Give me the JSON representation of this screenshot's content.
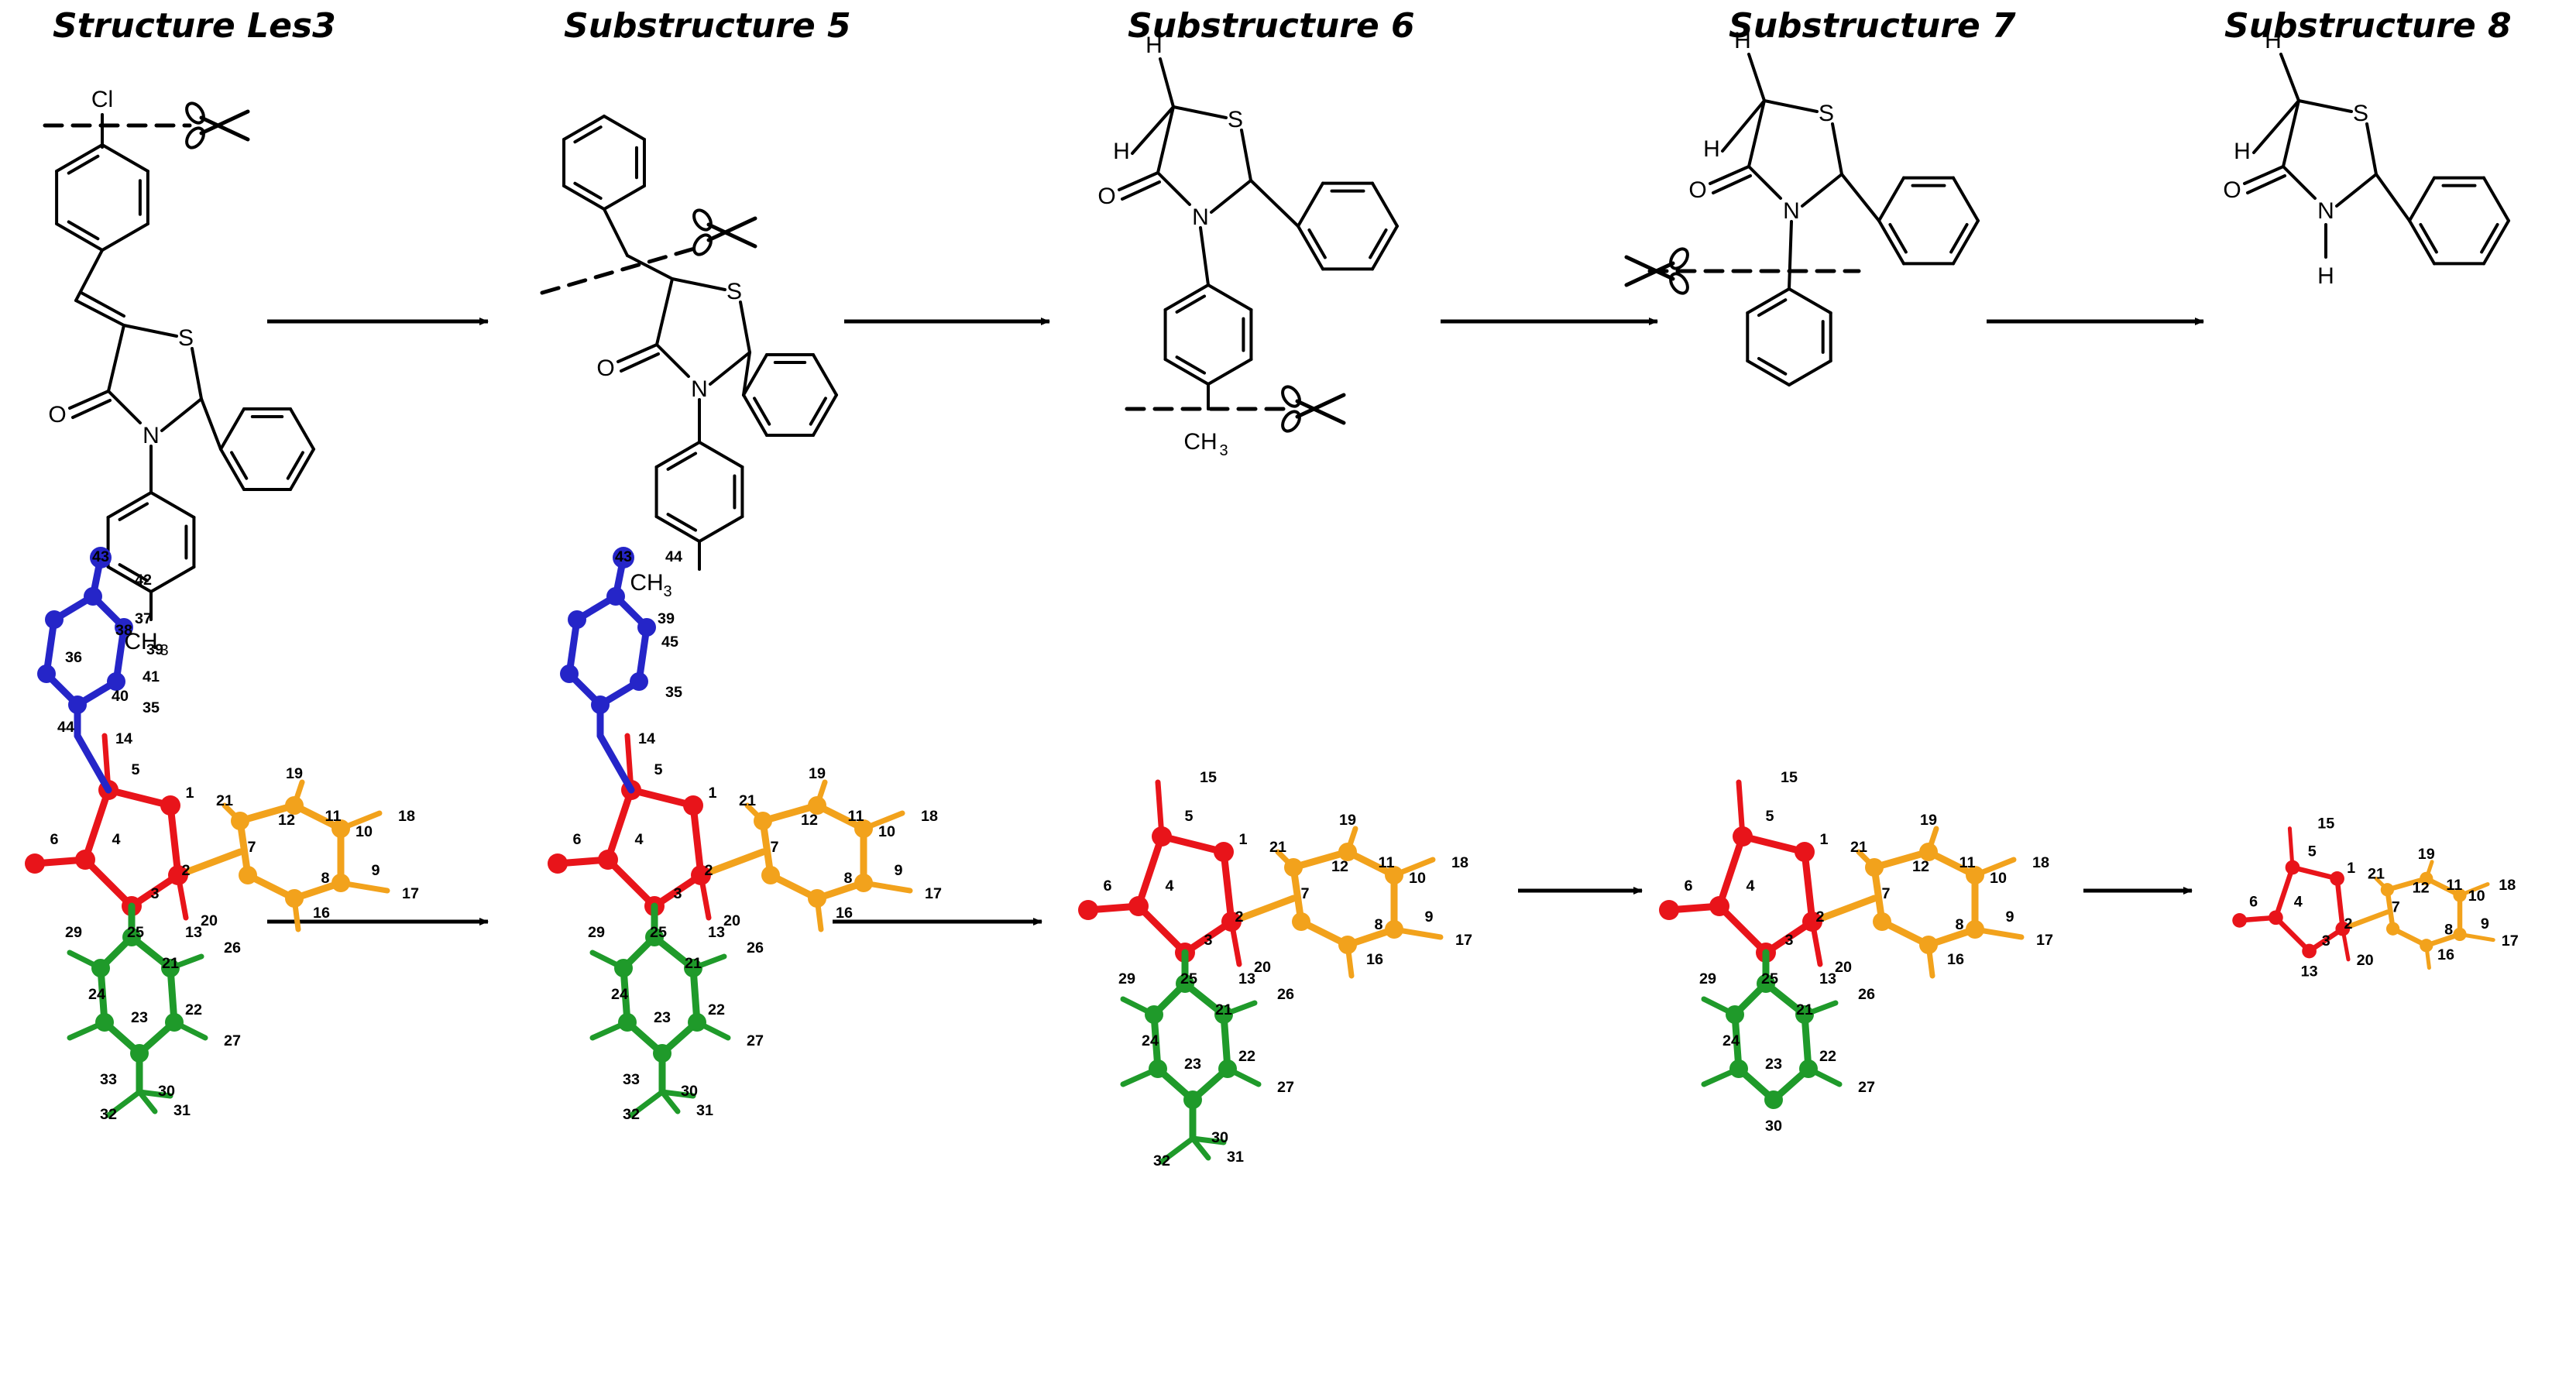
{
  "titles": {
    "les3": "Structure Les3",
    "sub5": "Substructure 5",
    "sub6": "Substructure 6",
    "sub7": "Substructure 7",
    "sub8": "Substructure 8"
  },
  "atom_labels": {
    "cl": "Cl",
    "s": "S",
    "n": "N",
    "o": "O",
    "h": "H",
    "ch3": "CH",
    "sub3": "3"
  },
  "colors": {
    "ring_red": "#e8141a",
    "phenyl_orange": "#f2a21c",
    "tolyl_green": "#1f9a2a",
    "chlorophenyl_blue": "#2525c8",
    "ink": "#000000"
  },
  "icons": [
    "scissors-icon",
    "arrow-right-icon",
    "ball-and-stick-model"
  ],
  "models": {
    "les3_numbers": [
      "43",
      "42",
      "37",
      "38",
      "39",
      "36",
      "41",
      "40",
      "35",
      "44",
      "14",
      "5",
      "1",
      "6",
      "4",
      "21",
      "19",
      "12",
      "11",
      "10",
      "18",
      "7",
      "9",
      "17",
      "8",
      "16",
      "2",
      "3",
      "20",
      "29",
      "25",
      "13",
      "26",
      "21",
      "24",
      "22",
      "23",
      "27",
      "33",
      "30",
      "32",
      "31"
    ],
    "sub5_numbers": [
      "43",
      "44",
      "39",
      "45",
      "35",
      "14",
      "5",
      "1",
      "6",
      "4",
      "21",
      "19",
      "12",
      "11",
      "10",
      "18",
      "7",
      "9",
      "17",
      "8",
      "16",
      "2",
      "3",
      "20",
      "29",
      "25",
      "13",
      "26",
      "21",
      "24",
      "22",
      "23",
      "27",
      "33",
      "30",
      "32",
      "31"
    ],
    "sub6_numbers": [
      "15",
      "5",
      "1",
      "6",
      "4",
      "21",
      "19",
      "12",
      "11",
      "10",
      "18",
      "7",
      "9",
      "17",
      "8",
      "16",
      "2",
      "3",
      "20",
      "29",
      "25",
      "13",
      "26",
      "21",
      "24",
      "22",
      "23",
      "27",
      "30",
      "31",
      "32"
    ],
    "sub7_numbers": [
      "15",
      "5",
      "1",
      "6",
      "4",
      "21",
      "19",
      "12",
      "11",
      "10",
      "18",
      "7",
      "9",
      "17",
      "8",
      "16",
      "2",
      "3",
      "20",
      "29",
      "25",
      "13",
      "26",
      "21",
      "24",
      "22",
      "23",
      "27",
      "30"
    ],
    "sub8_numbers": [
      "15",
      "5",
      "1",
      "6",
      "4",
      "21",
      "19",
      "12",
      "11",
      "10",
      "18",
      "7",
      "9",
      "17",
      "8",
      "16",
      "2",
      "3",
      "20",
      "13"
    ]
  }
}
